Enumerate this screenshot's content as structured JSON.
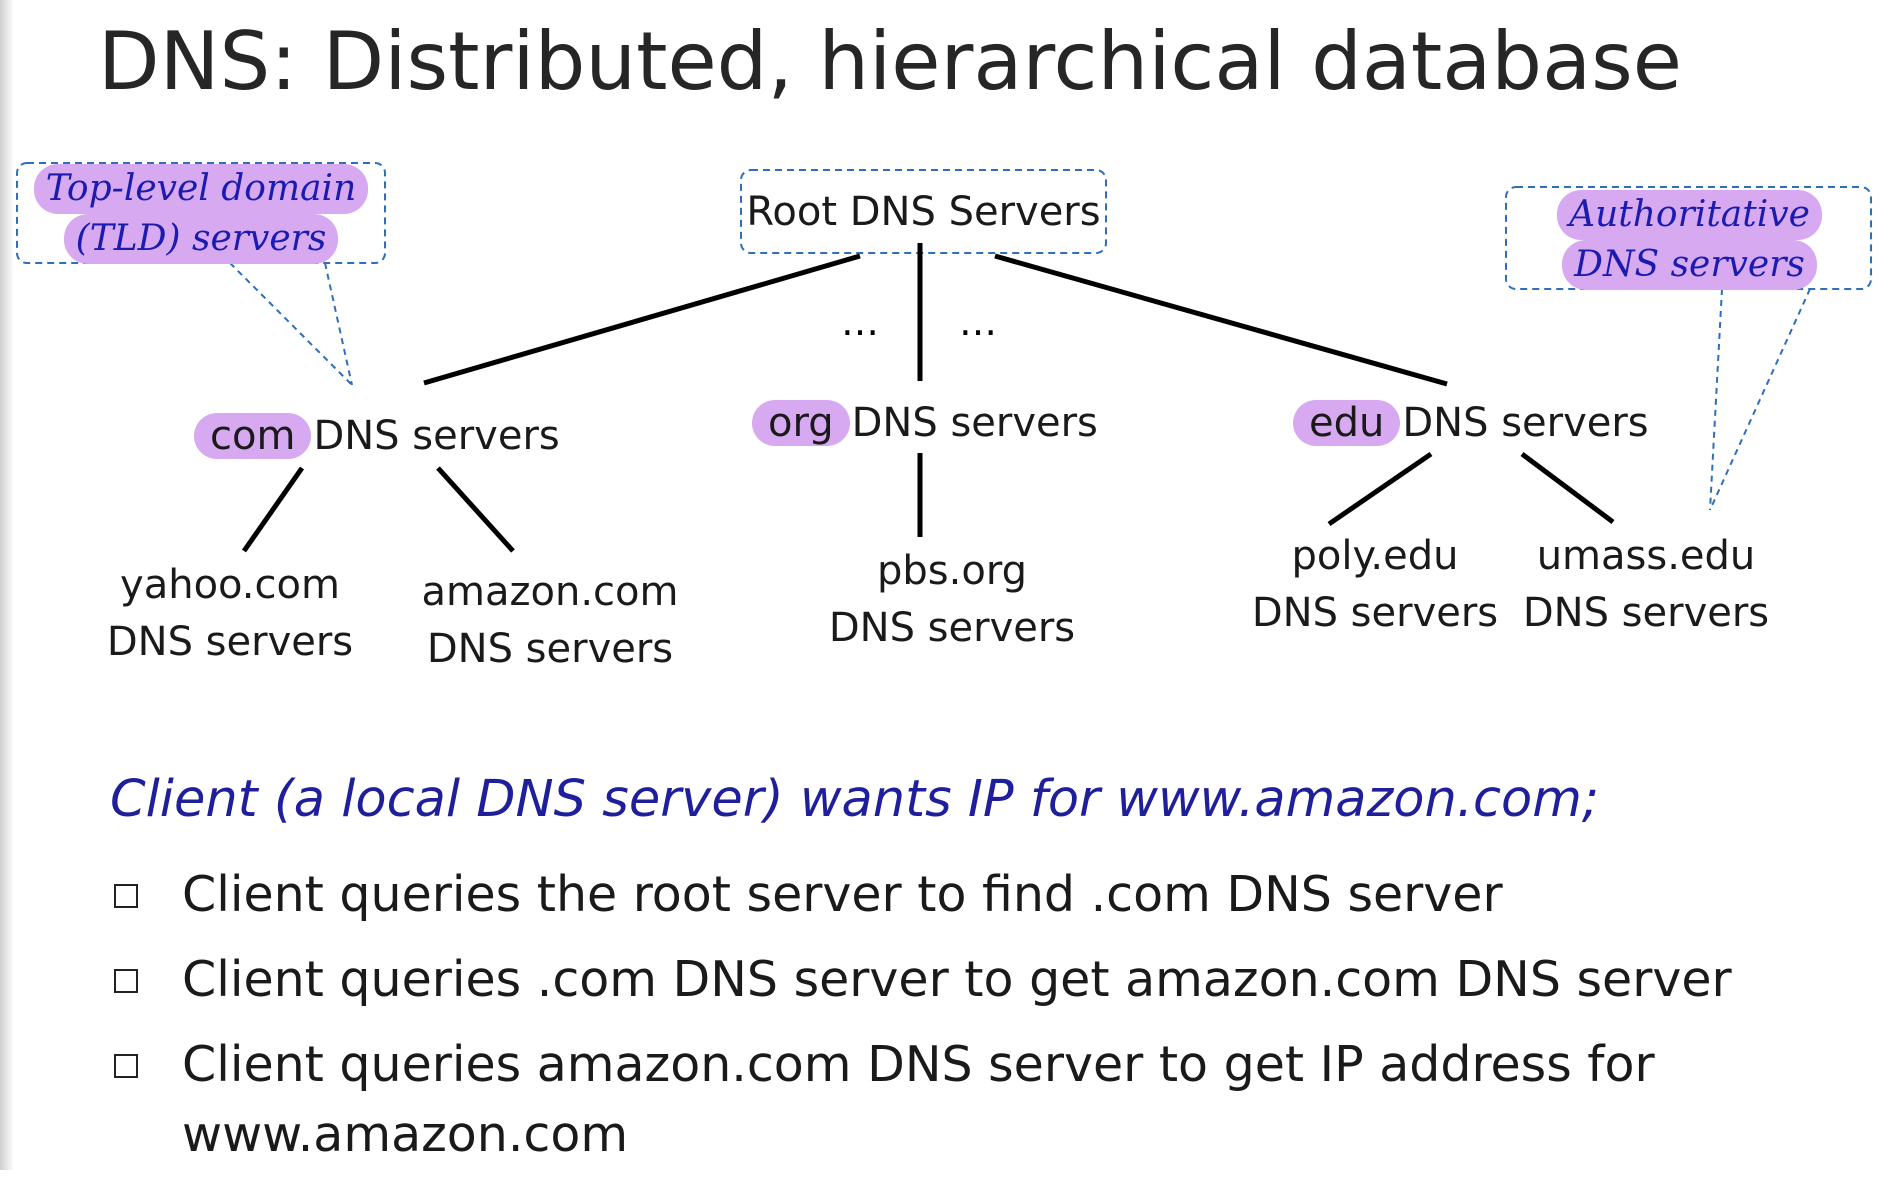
{
  "title": "DNS: Distributed, hierarchical database",
  "root": {
    "label": "Root DNS Servers"
  },
  "ellipsis": "…",
  "tld": {
    "com": {
      "highlight": "com",
      "rest": "DNS servers"
    },
    "org": {
      "highlight": "org",
      "rest": "DNS servers"
    },
    "edu": {
      "highlight": "edu",
      "rest": "DNS servers"
    }
  },
  "authoritative": {
    "yahoo": {
      "line1": "yahoo.com",
      "line2": "DNS servers"
    },
    "amazon": {
      "line1": "amazon.com",
      "line2": "DNS servers"
    },
    "pbs": {
      "line1": "pbs.org",
      "line2": "DNS servers"
    },
    "poly": {
      "line1": "poly.edu",
      "line2": "DNS servers"
    },
    "umass": {
      "line1": "umass.edu",
      "line2": "DNS servers"
    }
  },
  "callouts": {
    "tld": {
      "line1": "Top-level domain",
      "line2": "(TLD) servers"
    },
    "auth": {
      "line1": "Authoritative",
      "line2": "DNS servers"
    }
  },
  "client_line": "Client (a local DNS server) wants IP for www.amazon.com;",
  "steps": [
    "Client queries the root server to find .com DNS server",
    "Client queries .com DNS server to get amazon.com DNS server",
    "Client queries amazon.com DNS server to get  IP address for"
  ],
  "steps_cont": "www.amazon.com",
  "colors": {
    "highlight": "#d7a9f1",
    "callout_text": "#1b1bb0",
    "callout_border": "#2f6fb8",
    "client_text": "#1f1f9c"
  }
}
